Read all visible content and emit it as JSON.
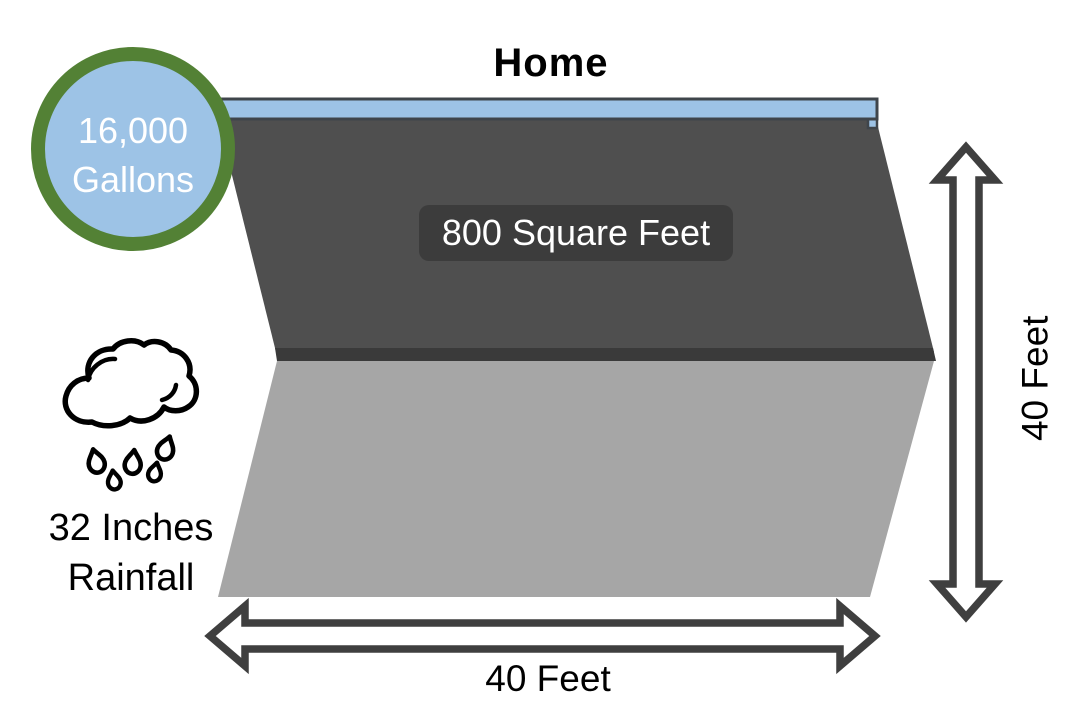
{
  "title": "Home",
  "tank": {
    "value": "16,000",
    "unit": "Gallons"
  },
  "roof": {
    "area_label": "800 Square Feet"
  },
  "rain": {
    "amount": "32 Inches",
    "label": "Rainfall"
  },
  "dimensions": {
    "width_label": "40 Feet",
    "height_label": "40 Feet"
  },
  "icons": {
    "cloud": "rain-cloud-icon",
    "width_arrow": "double-headed-arrow-horizontal",
    "height_arrow": "double-headed-arrow-vertical"
  },
  "colors": {
    "tank-fill": "#9DC3E6",
    "tank-ring": "#538135",
    "gutter": "#9DC3E6",
    "roof": "#4F4F4F",
    "roof-badge": "#3C3C3C",
    "roof-edge": "#3A3A3A",
    "ground": "#A6A6A6",
    "arrow": "#3F3F3F",
    "outline": "#3F454B",
    "text": "#000000",
    "light-text": "#FFFFFF"
  }
}
